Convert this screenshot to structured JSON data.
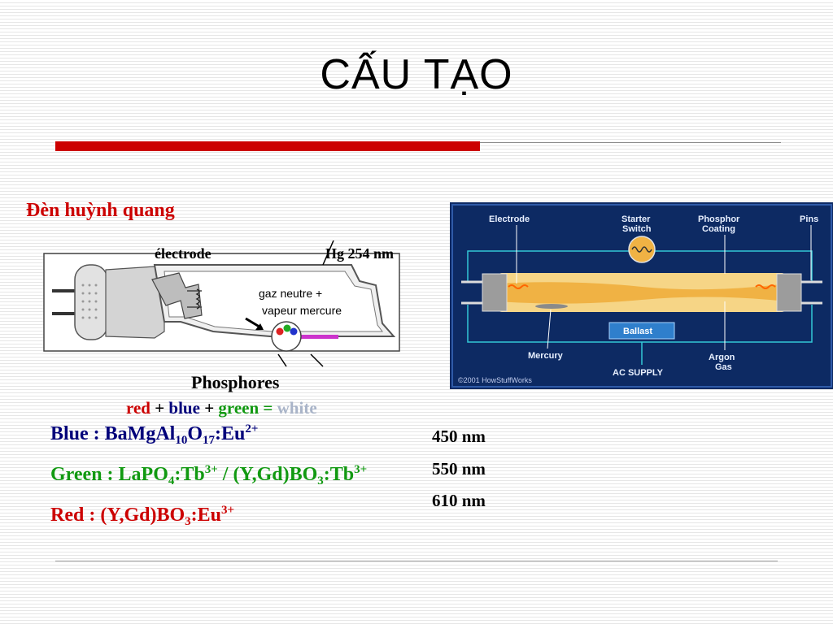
{
  "slide": {
    "title": "CẤU TẠO",
    "subtitle": "Đèn huỳnh quang",
    "colors": {
      "accent_red": "#cc0000",
      "blue_text": "#00007a",
      "green_text": "#119911"
    }
  },
  "left_diagram": {
    "label_electrode": "électrode",
    "label_hg": "Hg 254 nm",
    "label_gas_1": "gaz neutre +",
    "label_gas_2": "vapeur mercure",
    "label_phosphores": "Phosphores",
    "mix": {
      "red": "red",
      "plus1": "+",
      "blue": "blue",
      "plus2": "+",
      "green": "green",
      "equals": "=",
      "white": "white"
    }
  },
  "right_diagram": {
    "labels": {
      "electrode": "Electrode",
      "starter_1": "Starter",
      "starter_2": "Switch",
      "phosphor_1": "Phosphor",
      "phosphor_2": "Coating",
      "pins": "Pins",
      "ballast": "Ballast",
      "mercury": "Mercury",
      "argon_1": "Argon",
      "argon_2": "Gas",
      "ac_supply": "AC SUPPLY",
      "copyright": "©2001 HowStuffWorks"
    }
  },
  "phosphors": {
    "blue": {
      "label": "Blue : ",
      "a": "BaMgAl",
      "a_sub": "10",
      "b": "O",
      "b_sub": "17",
      "c": ":Eu",
      "c_sup": "2+"
    },
    "green": {
      "label": "Green : ",
      "a": "LaPO",
      "a_sub": "4",
      "b": ":Tb",
      "b_sup": "3+",
      "c": " / (Y,Gd)BO",
      "c_sub": "3",
      "d": ":Tb",
      "d_sup": "3+"
    },
    "red": {
      "label": "Red : ",
      "a": "(Y,Gd)BO",
      "a_sub": "3",
      "b": ":Eu",
      "b_sup": "3+"
    }
  },
  "wavelengths": [
    "450 nm",
    "550 nm",
    "610 nm"
  ]
}
